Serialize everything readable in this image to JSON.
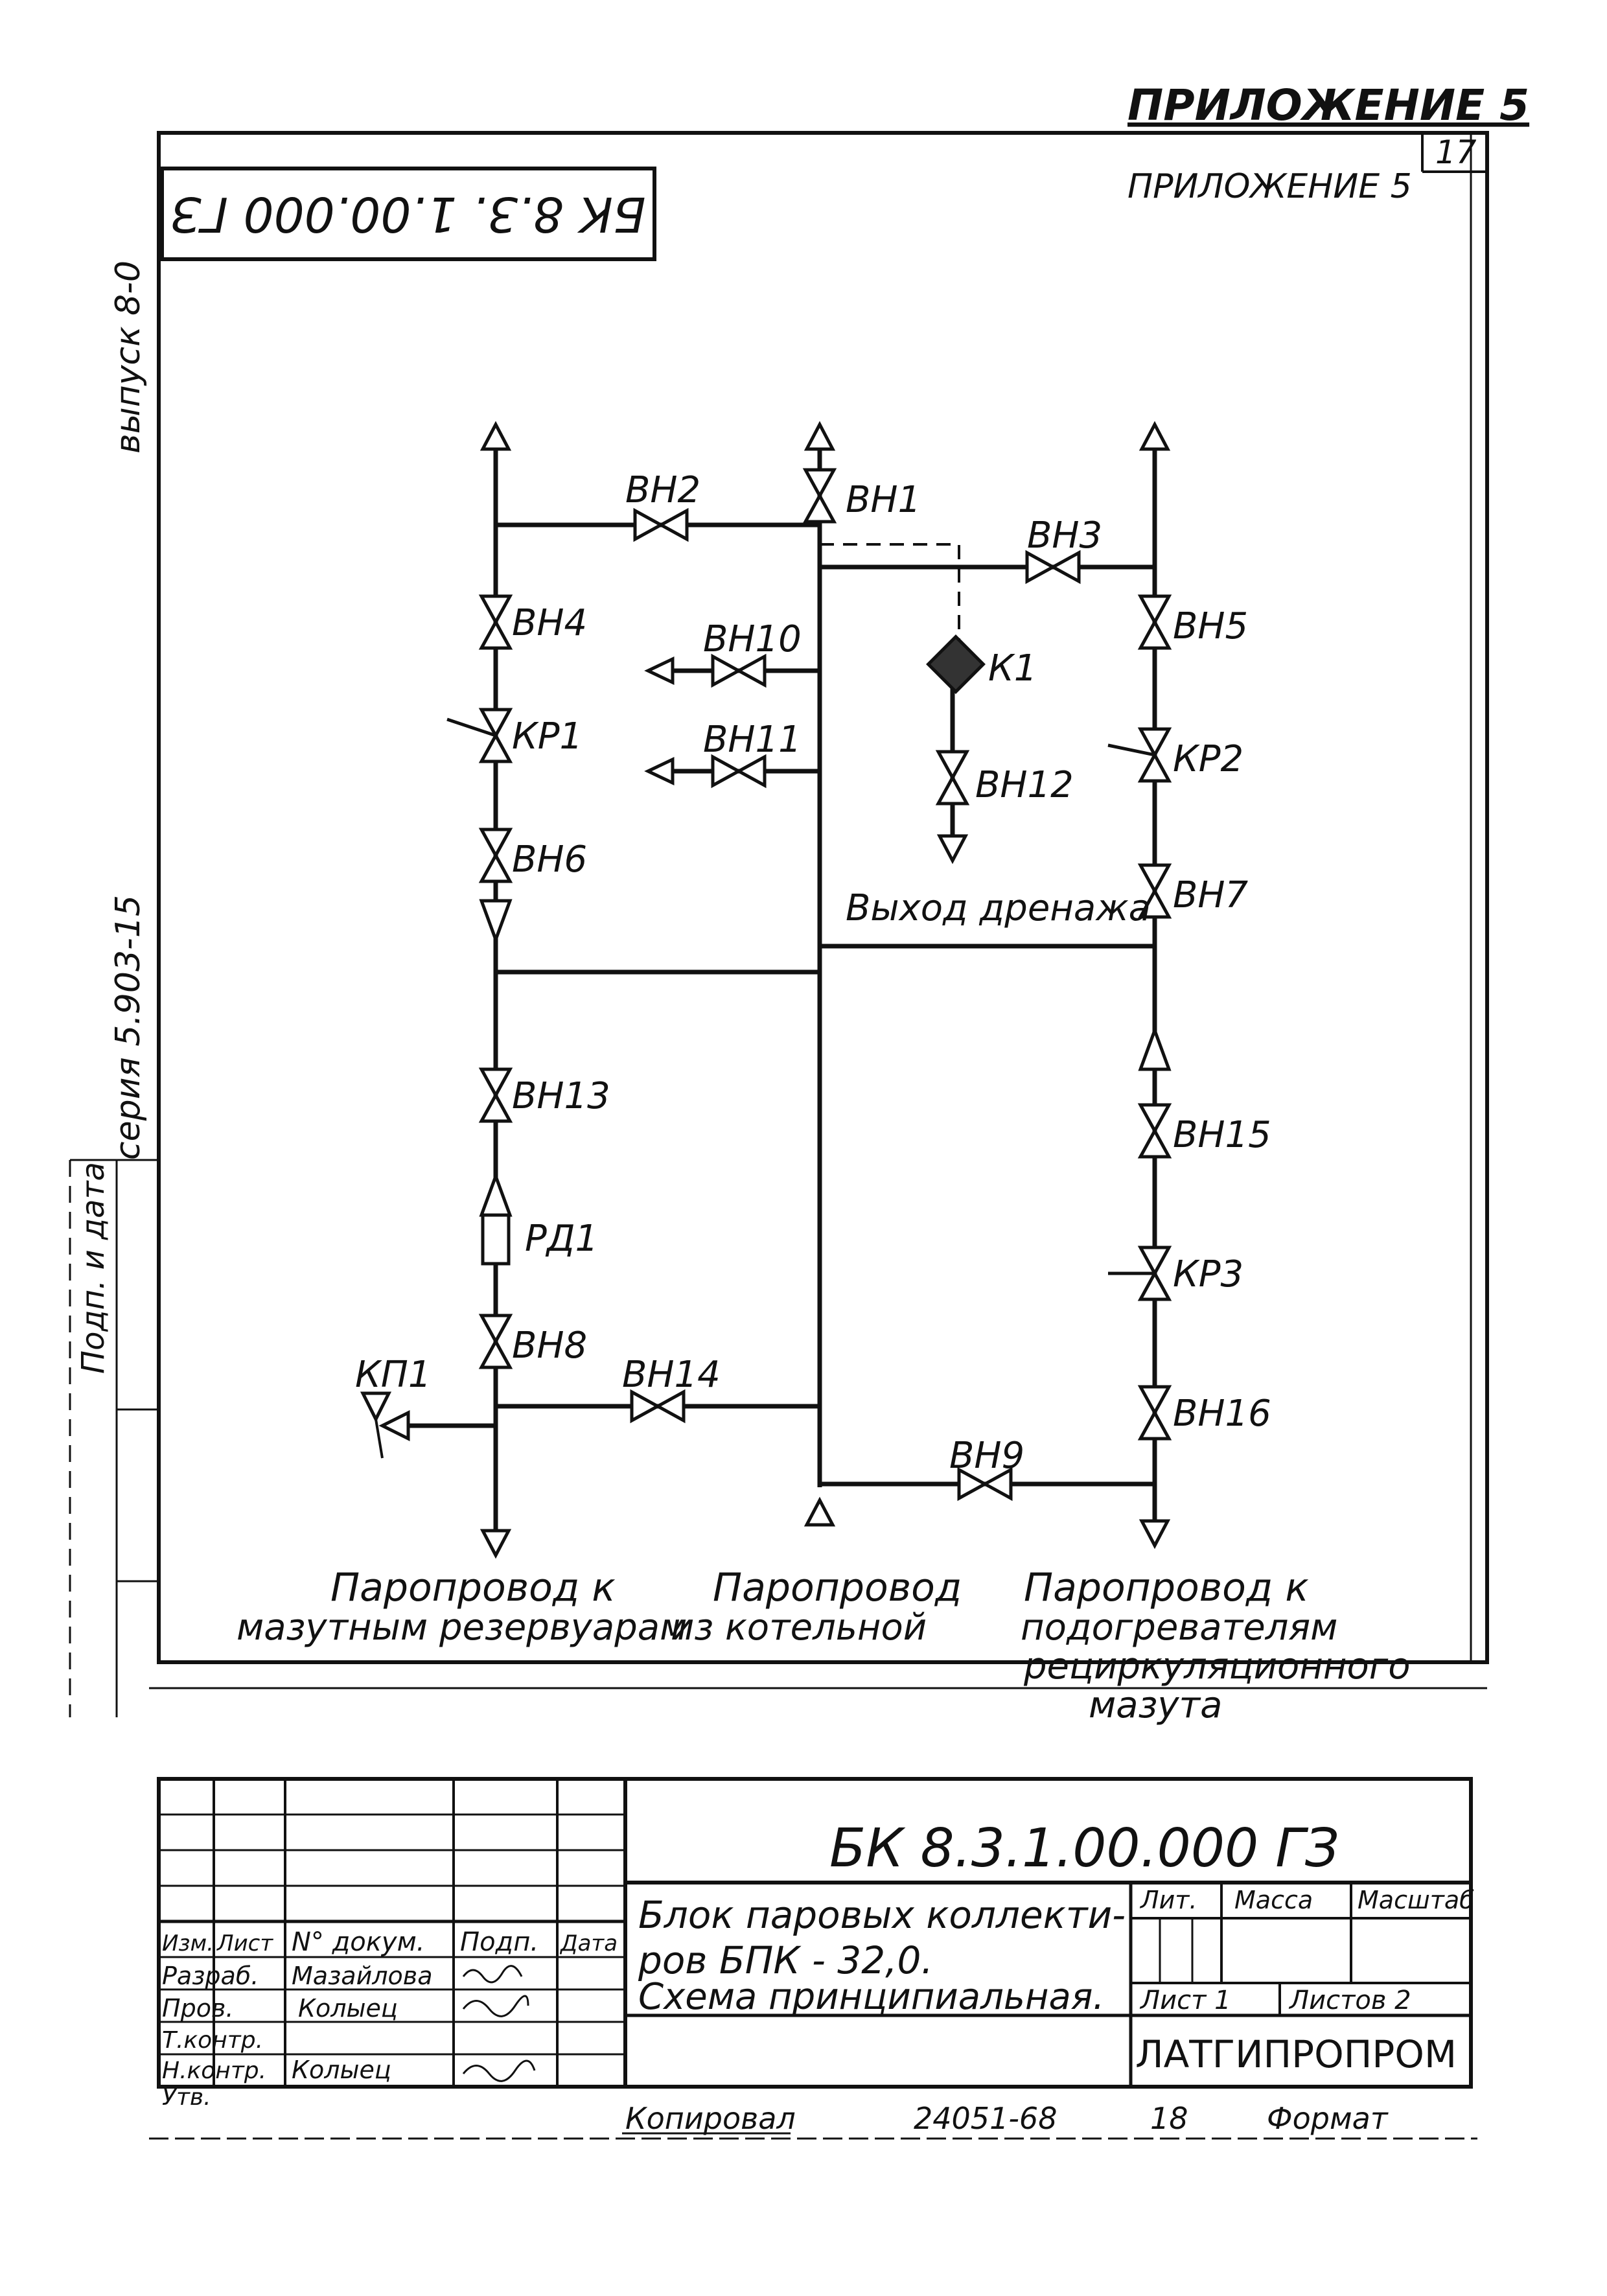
{
  "header": {
    "appendix_top": "ПРИЛОЖЕНИЕ 5",
    "appendix_inner": "ПРИЛОЖЕНИЕ 5",
    "page_number": "17",
    "stamp_code_mirrored": "БК 8.3. 1.00.000 ГЗ"
  },
  "margin": {
    "issue": "выпуск 8-0",
    "series": "серия 5.903-15",
    "signature_block": "Подп. и дата"
  },
  "diagram": {
    "valves": {
      "vn1": "ВН1",
      "vn2": "ВН2",
      "vn3": "ВН3",
      "vn4": "ВН4",
      "vn5": "ВН5",
      "vn6": "ВН6",
      "vn7": "ВН7",
      "vn8": "ВН8",
      "vn9": "ВН9",
      "vn10": "ВН10",
      "vn11": "ВН11",
      "vn12": "ВН12",
      "vn13": "ВН13",
      "vn14": "ВН14",
      "vn15": "ВН15",
      "vn16": "ВН16",
      "kr1": "КР1",
      "kr2": "КР2",
      "kr3": "КР3",
      "rd1": "РД1",
      "k1": "К1",
      "kp1": "КП1"
    },
    "drain_label": "Выход дренажа",
    "pipe_left": [
      "Паропровод к",
      "мазутным резервуарам"
    ],
    "pipe_center": [
      "Паропровод",
      "из котельной"
    ],
    "pipe_right": [
      "Паропровод к",
      "подогревателям",
      "рециркуляционного",
      "мазута"
    ]
  },
  "title_block": {
    "code": "БК 8.3.1.00.000 ГЗ",
    "title_lines": [
      "Блок паровых коллекти-",
      "ров БПК - 32,0.",
      "Схема принципиальная."
    ],
    "col_headers": [
      "Изм.",
      "Лист",
      "N° докум.",
      "Подп.",
      "Дата"
    ],
    "roles": [
      "Разраб.",
      "Пров.",
      "Т.контр.",
      "Н.контр.",
      "Утв."
    ],
    "names": [
      "Мазайлова",
      "Колыец",
      "Колыец"
    ],
    "lit_header": "Лит.",
    "mass_header": "Масса",
    "scale_header": "Масштаб",
    "sheet": "Лист 1",
    "sheets": "Листов 2",
    "organization": "ЛАТГИПРОПРОМ"
  },
  "footer": {
    "copied": "Копировал",
    "number": "24051-68",
    "page": "18",
    "format": "Формат"
  }
}
